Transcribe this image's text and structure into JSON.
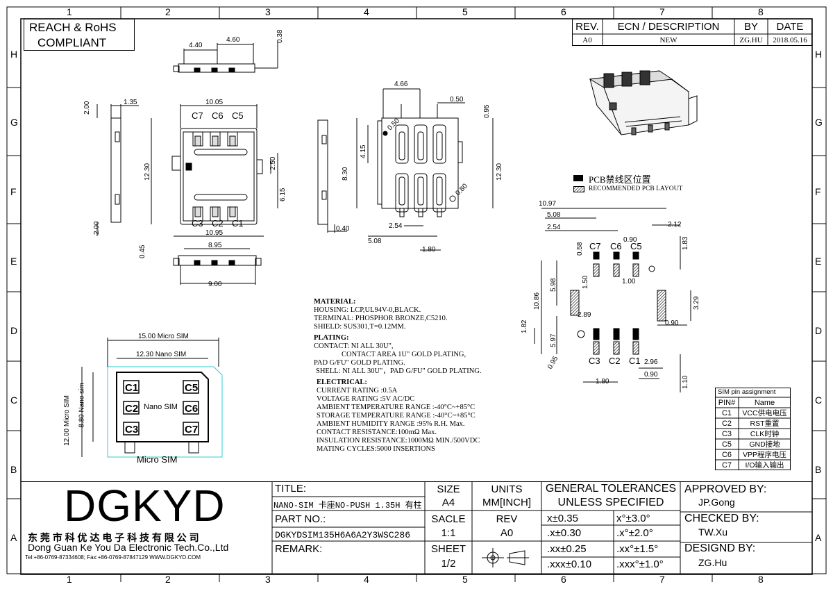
{
  "frame": {
    "cols": [
      "1",
      "2",
      "3",
      "4",
      "5",
      "6",
      "7",
      "8"
    ],
    "rows": [
      "H",
      "G",
      "F",
      "E",
      "D",
      "C",
      "B",
      "A"
    ]
  },
  "compliance": {
    "line1": "REACH & RoHS",
    "line2": "COMPLIANT"
  },
  "revision": {
    "headers": [
      "REV.",
      "ECN / DESCRIPTION",
      "BY",
      "DATE"
    ],
    "row": [
      "A0",
      "NEW",
      "ZG.HU",
      "2018.05.16"
    ]
  },
  "pcb_legend": {
    "solid": "PCB禁线区位置",
    "hatched": "RECOMMENDED PCB LAYOUT"
  },
  "top_view": {
    "dims": [
      "4.40",
      "4.60",
      "0.38",
      "1.35",
      "2.00",
      "10.05",
      "12.30",
      "2.50",
      "6.15",
      "2.00",
      "10.95",
      "0.45",
      "8.95",
      "9.00"
    ],
    "labels_top": [
      "C7",
      "C6",
      "C5"
    ],
    "labels_bottom": [
      "C3",
      "C2",
      "C1"
    ]
  },
  "side_view": {
    "dims": [
      "0.40"
    ]
  },
  "contact_view": {
    "dims": [
      "4.66",
      "0.50",
      "0.95",
      "0.50",
      "4.15",
      "8.30",
      "12.30",
      "0.80",
      "2.54",
      "5.08",
      "1.80"
    ]
  },
  "pcb_layout": {
    "dims": [
      "10.97",
      "5.08",
      "2.54",
      "2.12",
      "0.58",
      "0.90",
      "1.83",
      "5.98",
      "1.50",
      "1.00",
      "10.86",
      "2.89",
      "3.29",
      "1.82",
      "5.97",
      "0.90",
      "0.95",
      "2.96",
      "0.90",
      "1.80",
      "1.10"
    ],
    "labels_top": [
      "C7",
      "C6",
      "C5"
    ],
    "labels_bottom": [
      "C3",
      "C2",
      "C1"
    ]
  },
  "sim_card": {
    "micro_w": "15.00 Micro SIM",
    "nano_w": "12.30 Nano SIM",
    "micro_h": "12.00 Micro SIM",
    "nano_h": "8.80 Nano sim",
    "center": "Nano SIM",
    "bottom": "Micro SIM",
    "pins_left": [
      "C1",
      "C2",
      "C3"
    ],
    "pins_right": [
      "C5",
      "C6",
      "C7"
    ]
  },
  "notes": {
    "material_title": "MATERIAL:",
    "material": [
      "HOUSING: LCP,UL94V-0,BLACK.",
      "TERMINAL: PHOSPHOR BRONZE,C5210.",
      "SHIELD: SUS301,T=0.12MM."
    ],
    "plating_title": "PLATING:",
    "plating": [
      "CONTACT: NI ALL 30U\",",
      "CONTACT AREA 1U\" GOLD PLATING,",
      "PAD G/FU\" GOLD PLATING.",
      "SHELL: NI ALL 30U\"，PAD G/FU\" GOLD PLATING."
    ],
    "electrical_title": "ELECTRICAL:",
    "electrical": [
      "CURRENT RATING :0.5A",
      "VOLTAGE RATING :5V AC/DC",
      "AMBIENT TEMPERATURE RANGE :-40°C~+85°C",
      "STORAGE TEMPERATURE RANGE :-40°C~+85°C",
      "AMBIENT HUMIDITY RANGE :95% R.H. Max.",
      "CONTACT RESISTANCE:100mΩ  Max.",
      "INSULATION RESISTANCE:1000MΩ  MIN./500VDC",
      "MATING CYCLES:5000 INSERTIONS"
    ]
  },
  "pin_table": {
    "title": "SIM pin  assignment",
    "headers": [
      "PIN#",
      "Name"
    ],
    "rows": [
      [
        "C1",
        "VCC供电电压"
      ],
      [
        "C2",
        "RST重置"
      ],
      [
        "C3",
        "CLK时钟"
      ],
      [
        "C5",
        "GND接地"
      ],
      [
        "C6",
        "VPP程序电压"
      ],
      [
        "C7",
        "I/O输入输出"
      ]
    ]
  },
  "title_block": {
    "logo": "DGKYD",
    "company_cn": "东 莞 市 科 优 达 电 子 科 技 有 限 公 司",
    "company_en": "Dong Guan Ke You Da Electronic Tech.Co.,Ltd",
    "contact": "Tel:+86-0769-87334608; Fax:+86-0769-87847129  WWW.DGKYD.COM",
    "title_label": "TITLE:",
    "title_value": "NANO-SIM 卡座NO-PUSH 1.35H 有柱",
    "part_label": "PART NO.:",
    "part_value": "DGKYDSIM135H6A6A2Y3WSC286",
    "remark_label": "REMARK:",
    "size_label": "SIZE",
    "size_value": "A4",
    "units_label": "UNITS",
    "units_value": "MM[INCH]",
    "scale_label": "SACLE",
    "scale_value": "1:1",
    "rev_label": "REV",
    "rev_value": "A0",
    "sheet_label": "SHEET",
    "sheet_value": "1/2",
    "tol_title1": "GENERAL TOLERANCES",
    "tol_title2": "UNLESS SPECIFIED",
    "tolerances": [
      [
        "x±0.35",
        "x°±3.0°"
      ],
      [
        ".x±0.30",
        ".x°±2.0°"
      ],
      [
        ".xx±0.25",
        ".xx°±1.5°"
      ],
      [
        ".xxx±0.10",
        ".xxx°±1.0°"
      ]
    ],
    "approved_label": "APPROVED BY:",
    "approved_value": "JP.Gong",
    "checked_label": "CHECKED BY:",
    "checked_value": "TW.Xu",
    "designed_label": "DESIGND BY:",
    "designed_value": "ZG.Hu"
  }
}
